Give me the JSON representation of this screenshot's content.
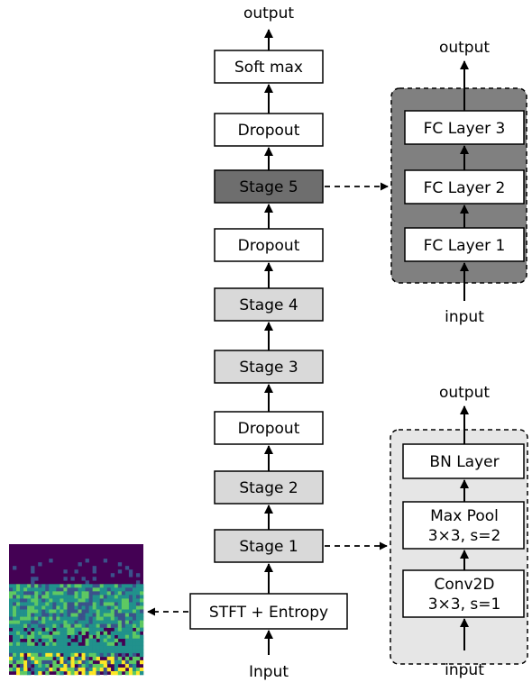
{
  "main_column": {
    "output_label": "output",
    "input_label": "Input",
    "blocks": [
      {
        "label": "Soft max",
        "style": "white"
      },
      {
        "label": "Dropout",
        "style": "white"
      },
      {
        "label": "Stage 5",
        "style": "dark"
      },
      {
        "label": "Dropout",
        "style": "white"
      },
      {
        "label": "Stage 4",
        "style": "light"
      },
      {
        "label": "Stage 3",
        "style": "light"
      },
      {
        "label": "Dropout",
        "style": "white"
      },
      {
        "label": "Stage 2",
        "style": "light"
      },
      {
        "label": "Stage 1",
        "style": "light"
      },
      {
        "label": "STFT + Entropy",
        "style": "white"
      }
    ]
  },
  "fc_detail": {
    "output_label": "output",
    "input_label": "input",
    "layers": [
      "FC Layer 3",
      "FC Layer 2",
      "FC Layer 1"
    ]
  },
  "conv_detail": {
    "output_label": "output",
    "input_label": "input",
    "layers": [
      {
        "line1": "BN Layer",
        "line2": ""
      },
      {
        "line1": "Max Pool",
        "line2": "3×3, s=2"
      },
      {
        "line1": "Conv2D",
        "line2": "3×3, s=1"
      }
    ]
  },
  "colors": {
    "box_white": "#ffffff",
    "box_light": "#d9d9d9",
    "box_dark": "#6e6e6e",
    "panel_dark": "#808080",
    "panel_light": "#e6e6e6",
    "spectrogram_palette": [
      "#440154",
      "#3b528b",
      "#21918c",
      "#5ec962",
      "#fde725"
    ]
  }
}
